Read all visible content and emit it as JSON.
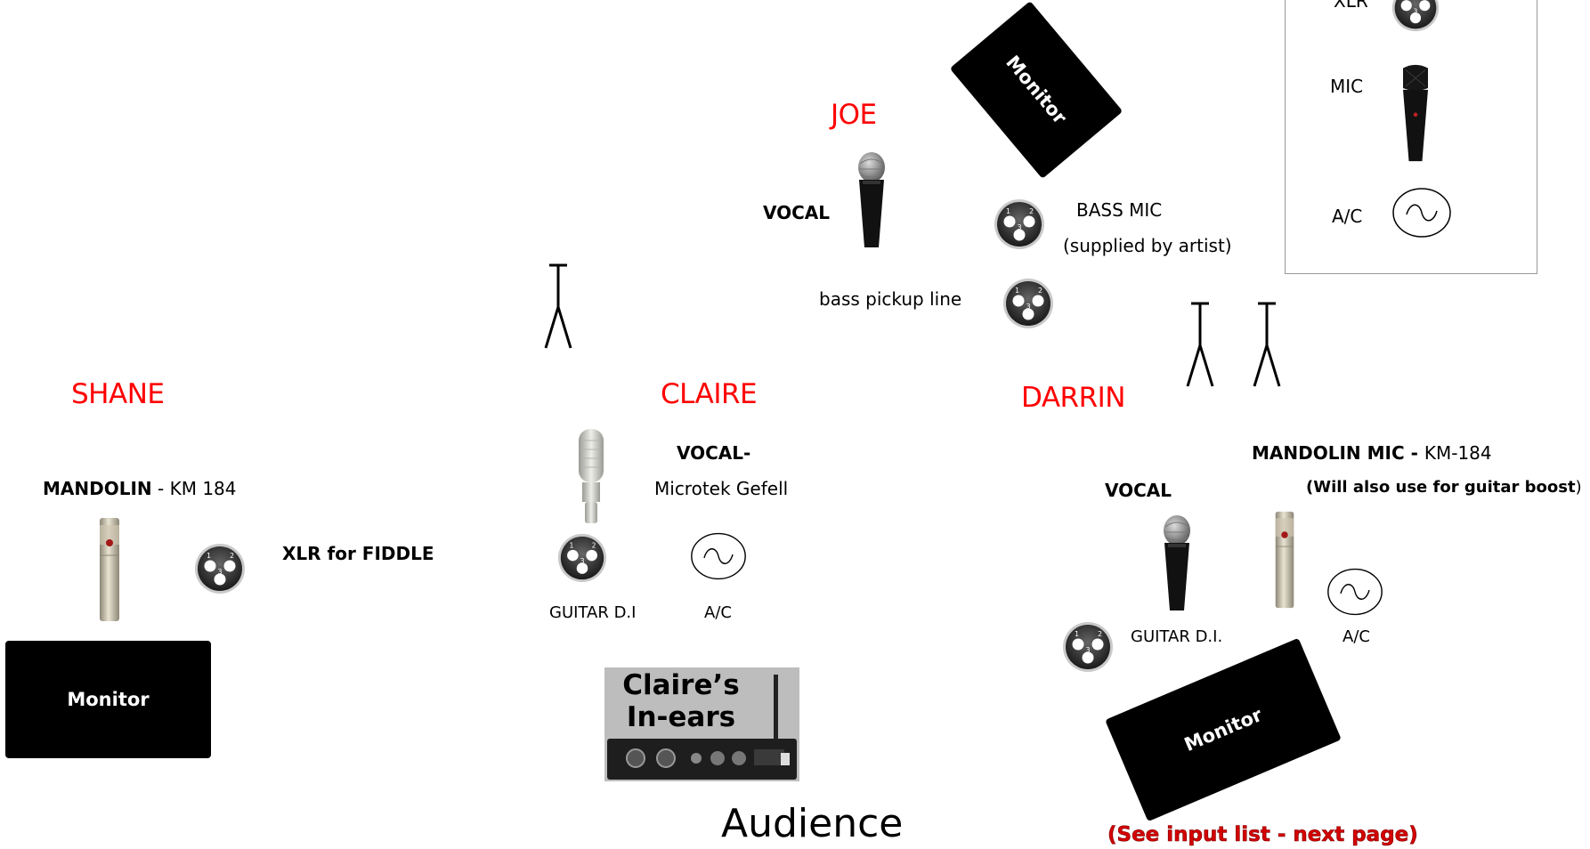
{
  "legend": {
    "xlr_label": "XLR",
    "mic_label": "MIC",
    "ac_label": "A/C"
  },
  "performers": {
    "joe": "JOE",
    "shane": "SHANE",
    "claire": "CLAIRE",
    "darrin": "DARRIN"
  },
  "joe": {
    "vocal": "VOCAL",
    "bass_mic": "BASS MIC",
    "bass_mic_note": "(supplied by artist)",
    "bass_pickup": "bass pickup line",
    "monitor": "Monitor"
  },
  "shane": {
    "mandolin_bold": "MANDOLIN",
    "mandolin_rest": " - KM 184",
    "xlr_fiddle": "XLR for FIDDLE",
    "monitor": "Monitor"
  },
  "claire": {
    "vocal": "VOCAL-",
    "vocal_mic": "Microtek Gefell",
    "guitar_di": "GUITAR D.I",
    "ac": "A/C",
    "inears_line1": "Claire’s",
    "inears_line2": "In-ears"
  },
  "darrin": {
    "mandolin_bold": "MANDOLIN MIC - ",
    "mandolin_rest": "KM-184",
    "mandolin_note": "(Will also use for guitar boost",
    "mandolin_note_close": ")",
    "vocal": "VOCAL",
    "guitar_di": "GUITAR D.I.",
    "ac": "A/C",
    "monitor": "Monitor"
  },
  "footer": {
    "audience": "Audience",
    "see_input": "(See input list - next page)"
  },
  "icons": [
    "xlr-icon",
    "dynamic-mic-icon",
    "ac-outlet-icon",
    "condenser-pencil-mic-icon",
    "large-condenser-mic-icon",
    "mic-stand-icon",
    "in-ear-receiver-icon"
  ]
}
